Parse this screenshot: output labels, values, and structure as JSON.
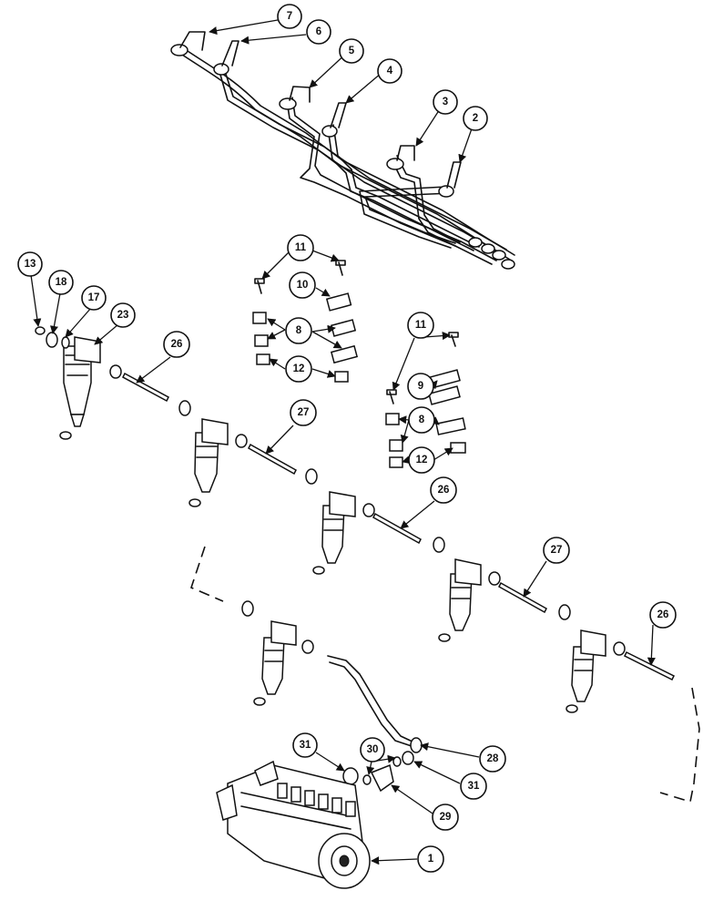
{
  "callouts": [
    "1",
    "2",
    "3",
    "4",
    "5",
    "6",
    "7",
    "8",
    "8",
    "9",
    "10",
    "11",
    "11",
    "12",
    "12",
    "13",
    "17",
    "18",
    "23",
    "26",
    "26",
    "26",
    "27",
    "27",
    "28",
    "29",
    "30",
    "31",
    "31"
  ]
}
